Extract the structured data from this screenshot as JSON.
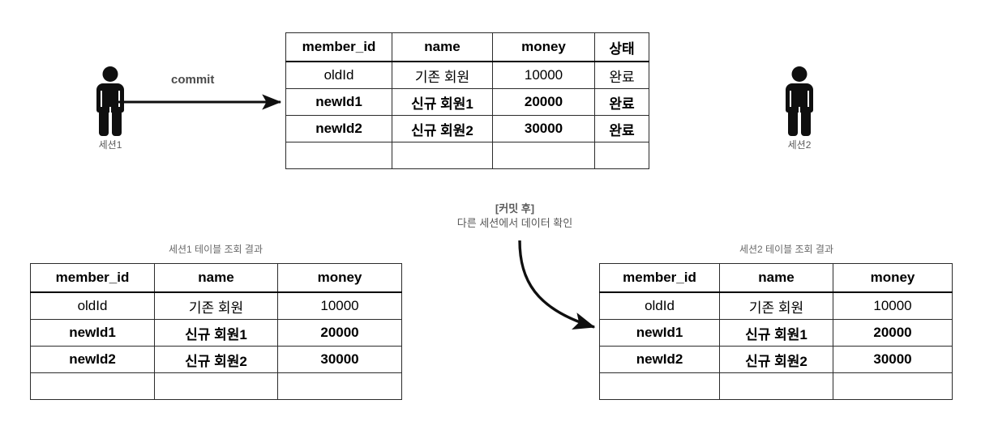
{
  "session1": {
    "label": "세션1",
    "icon": "person-icon"
  },
  "session2": {
    "label": "세션2",
    "icon": "person-icon"
  },
  "commit_arrow": {
    "label": "commit",
    "icon": "arrow-right-icon"
  },
  "note": {
    "title": "[커밋 후]",
    "subtitle": "다른 세션에서 데이터 확인",
    "icon": "curved-arrow-icon"
  },
  "db_table": {
    "name": "db-table",
    "columns": [
      "member_id",
      "name",
      "money",
      "상태"
    ],
    "rows": [
      {
        "bold": false,
        "cells": [
          "oldId",
          "기존 회원",
          "10000",
          "완료"
        ]
      },
      {
        "bold": true,
        "cells": [
          "newId1",
          "신규 회원1",
          "20000",
          "완료"
        ]
      },
      {
        "bold": true,
        "cells": [
          "newId2",
          "신규 회원2",
          "30000",
          "완료"
        ]
      },
      {
        "bold": false,
        "cells": [
          "",
          "",
          "",
          ""
        ]
      }
    ]
  },
  "session1_result": {
    "caption": "세션1 테이블 조회 결과",
    "columns": [
      "member_id",
      "name",
      "money"
    ],
    "rows": [
      {
        "bold": false,
        "cells": [
          "oldId",
          "기존 회원",
          "10000"
        ]
      },
      {
        "bold": true,
        "cells": [
          "newId1",
          "신규 회원1",
          "20000"
        ]
      },
      {
        "bold": true,
        "cells": [
          "newId2",
          "신규 회원2",
          "30000"
        ]
      },
      {
        "bold": false,
        "cells": [
          "",
          "",
          ""
        ]
      }
    ]
  },
  "session2_result": {
    "caption": "세션2 테이블 조회 결과",
    "columns": [
      "member_id",
      "name",
      "money"
    ],
    "rows": [
      {
        "bold": false,
        "cells": [
          "oldId",
          "기존 회원",
          "10000"
        ]
      },
      {
        "bold": true,
        "cells": [
          "newId1",
          "신규 회원1",
          "20000"
        ]
      },
      {
        "bold": true,
        "cells": [
          "newId2",
          "신규 회원2",
          "30000"
        ]
      },
      {
        "bold": false,
        "cells": [
          "",
          "",
          ""
        ]
      }
    ]
  },
  "colors": {
    "ink": "#000000",
    "figure": "#0f0f0f",
    "muted_label": "#5a5a5a",
    "caption": "#6a6a6a",
    "edge_label": "#4a4a4a"
  }
}
